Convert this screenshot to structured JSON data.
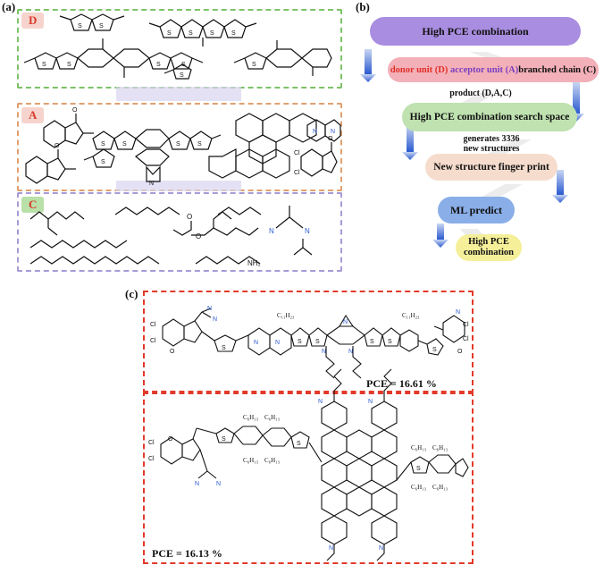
{
  "panels": {
    "a_label": "(a)",
    "b_label": "(b)",
    "c_label": "(c)"
  },
  "panel_a": {
    "tag_d": "D",
    "tag_a": "A",
    "tag_c": "C",
    "amine_label": "NH₂"
  },
  "panel_b": {
    "step1": "High PCE combination",
    "step2_donor": "donor unit (D)",
    "step2_acceptor": "acceptor unit (A)",
    "step2_branch": "branched chain (C)",
    "product_note": "product (D,A,C)",
    "step3": "High PCE combination search space",
    "generates_note_1": "generates 3336",
    "generates_note_2": "new structures",
    "step4": "New structure finger print",
    "step5": "ML predict",
    "step6_line1": "High PCE",
    "step6_line2": "combination",
    "colors": {
      "step1": "#a98de0",
      "step2": "#f3b0b8",
      "step3": "#bfe2b0",
      "step4": "#f6dccd",
      "step5": "#8aaee8",
      "step6": "#f5ef9a",
      "donor_text": "#e0302a",
      "acceptor_text": "#7a3fc0"
    }
  },
  "panel_c": {
    "pce_top": "PCE = 16.61 %",
    "pce_bottom": "PCE = 16.13 %",
    "chain_labels": [
      "C₁₁H₂₃",
      "C₁₁H₂₃",
      "C₆H₁₃",
      "C₆H₁₃",
      "C₆H₁₃",
      "C₆H₁₃",
      "C₆H₁₃",
      "C₆H₁₃",
      "C₆H₁₃",
      "C₆H₁₃"
    ]
  }
}
